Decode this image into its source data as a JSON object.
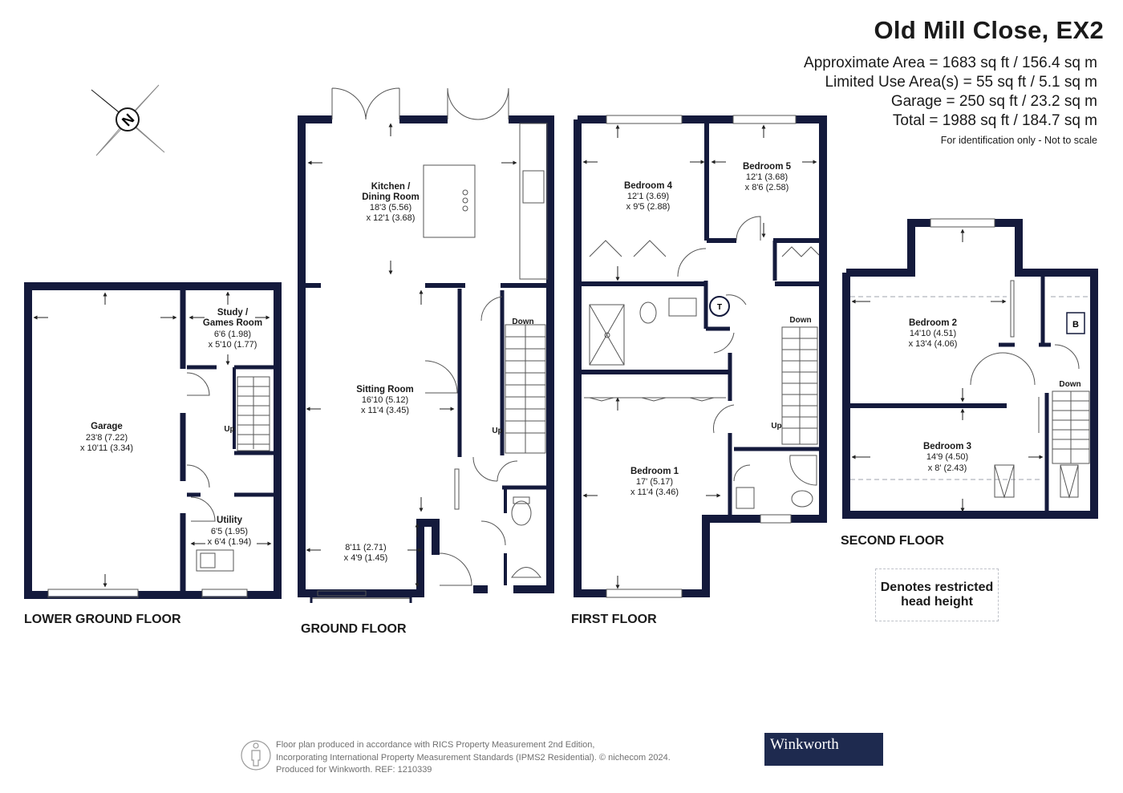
{
  "header": {
    "title": "Old Mill Close, EX2",
    "areas": [
      "Approximate Area = 1683 sq ft / 156.4 sq m",
      "Limited Use Area(s) = 55 sq ft / 5.1 sq m",
      "Garage = 250 sq ft / 23.2 sq m",
      "Total = 1988 sq ft / 184.7 sq m"
    ],
    "note": "For identification only - Not to scale"
  },
  "compass": {
    "letter": "N"
  },
  "floors": {
    "lower_ground": "LOWER GROUND FLOOR",
    "ground": "GROUND FLOOR",
    "first": "FIRST FLOOR",
    "second": "SECOND FLOOR"
  },
  "rooms": {
    "garage": {
      "name": "Garage",
      "dim1": "23'8 (7.22)",
      "dim2": "x 10'11 (3.34)"
    },
    "study": {
      "name1": "Study /",
      "name2": "Games Room",
      "dim1": "6'6 (1.98)",
      "dim2": "x 5'10 (1.77)"
    },
    "utility": {
      "name": "Utility",
      "dim1": "6'5 (1.95)",
      "dim2": "x 6'4 (1.94)"
    },
    "kitchen": {
      "name1": "Kitchen /",
      "name2": "Dining Room",
      "dim1": "18'3 (5.56)",
      "dim2": "x 12'1 (3.68)"
    },
    "sitting": {
      "name": "Sitting Room",
      "dim1": "16'10 (5.12)",
      "dim2": "x 11'4 (3.45)"
    },
    "bay": {
      "dim1": "8'11 (2.71)",
      "dim2": "x 4'9 (1.45)"
    },
    "bedroom4": {
      "name": "Bedroom 4",
      "dim1": "12'1 (3.69)",
      "dim2": "x 9'5 (2.88)"
    },
    "bedroom5": {
      "name": "Bedroom 5",
      "dim1": "12'1 (3.68)",
      "dim2": "x 8'6 (2.58)"
    },
    "bedroom1": {
      "name": "Bedroom 1",
      "dim1": "17' (5.17)",
      "dim2": "x 11'4 (3.46)"
    },
    "bedroom2": {
      "name": "Bedroom 2",
      "dim1": "14'10 (4.51)",
      "dim2": "x 13'4 (4.06)"
    },
    "bedroom3": {
      "name": "Bedroom 3",
      "dim1": "14'9 (4.50)",
      "dim2": "x 8' (2.43)"
    }
  },
  "stairs": {
    "lg_up": "Up",
    "g_down": "Down",
    "g_up": "Up",
    "f_down": "Down",
    "f_up": "Up",
    "s_down": "Down"
  },
  "symbols": {
    "tank": "T",
    "boiler": "B"
  },
  "legend": {
    "line1": "Denotes restricted",
    "line2": "head height"
  },
  "footer": {
    "line1": "Floor plan produced in accordance with RICS Property Measurement 2nd Edition,",
    "line2": "Incorporating International Property Measurement Standards (IPMS2 Residential).  © nichecom 2024.",
    "line3": "Produced for Winkworth.   REF: 1210339"
  },
  "brand": {
    "name": "Winkworth",
    "color": "#1e2a4f"
  },
  "colors": {
    "wall": "#141a3c",
    "fixture": "#6b6b6b",
    "restricted": "#bfc2c9"
  }
}
